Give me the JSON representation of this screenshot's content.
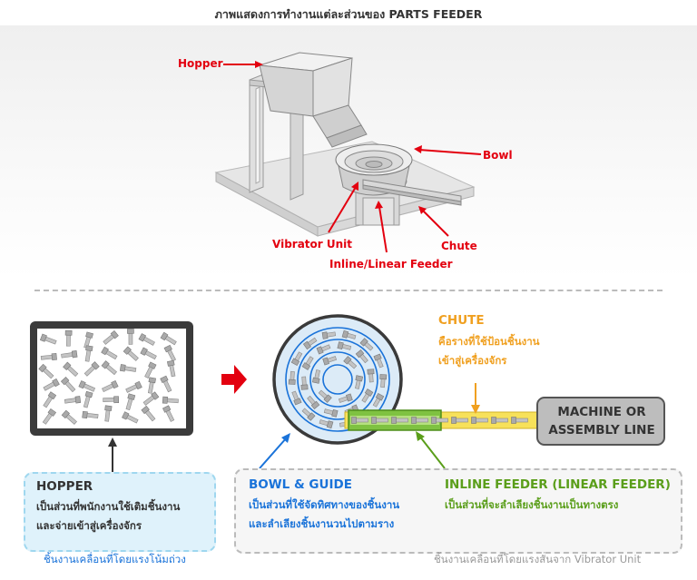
{
  "title": "ภาพแสดงการทำงานแต่ละส่วนของ PARTS FEEDER",
  "machine_labels": {
    "hopper": "Hopper",
    "bowl": "Bowl",
    "vibrator_unit": "Vibrator Unit",
    "chute": "Chute",
    "inline_feeder": "Inline/Linear Feeder"
  },
  "chute": {
    "title": "CHUTE",
    "line1": "คือรางที่ใช้ป้อนชิ้นงาน",
    "line2": "เข้าสู่เครื่องจักร"
  },
  "machine_box": {
    "line1": "MACHINE OR",
    "line2": "ASSEMBLY LINE"
  },
  "hopper_box": {
    "title": "HOPPER",
    "line1": "เป็นส่วนที่พนักงานใช้เติมชิ้นงาน",
    "line2": "และจ่ายเข้าสู่เครื่องจักร"
  },
  "bowl_guide": {
    "title": "BOWL & GUIDE",
    "line1": "เป็นส่วนที่ใช้จัดทิศทางของชิ้นงาน",
    "line2": "และลำเลียงชิ้นงานวนไปตามราง"
  },
  "inline_feeder": {
    "title": "INLINE FEEDER (LINEAR FEEDER)",
    "line1": "เป็นส่วนที่จะลำเลียงชิ้นงานเป็นทางตรง"
  },
  "captions": {
    "left": "ชิ้นงานเคลื่อนที่โดยแรงโน้มถ่วง",
    "right": "ชิ้นงานเคลื่อนที่โดยแรงสั่นจาก Vibrator Unit"
  },
  "colors": {
    "red": "#e3000f",
    "blue": "#1a73d9",
    "orange": "#f0a020",
    "green": "#5a9e1a",
    "chute_yellow": "#f7e15a",
    "feeder_green": "#7fc241"
  }
}
